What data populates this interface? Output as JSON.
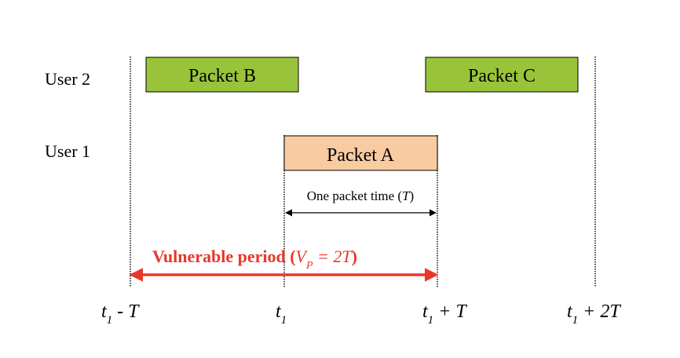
{
  "rows": {
    "user2": "User 2",
    "user1": "User 1"
  },
  "packets": [
    {
      "label": "Packet B",
      "color": "#99C43A"
    },
    {
      "label": "Packet C",
      "color": "#99C43A"
    },
    {
      "label": "Packet A",
      "color": "#F8CBA0"
    }
  ],
  "packet_time": {
    "text": "One packet time (",
    "symbol": "T",
    "close": ")"
  },
  "vulnerable": {
    "text": "Vulnerable  period (",
    "symbol_v": "V",
    "symbol_sub": "P",
    "equals": " = 2",
    "symbol_t": "T",
    "close": ")",
    "color": "#E8372B"
  },
  "ticks": [
    {
      "base": "t",
      "sub": "1",
      "rest": " - T"
    },
    {
      "base": "t",
      "sub": "1",
      "rest": ""
    },
    {
      "base": "t",
      "sub": "1",
      "rest": " + T"
    },
    {
      "base": "t",
      "sub": "1",
      "rest": " + 2T"
    }
  ]
}
